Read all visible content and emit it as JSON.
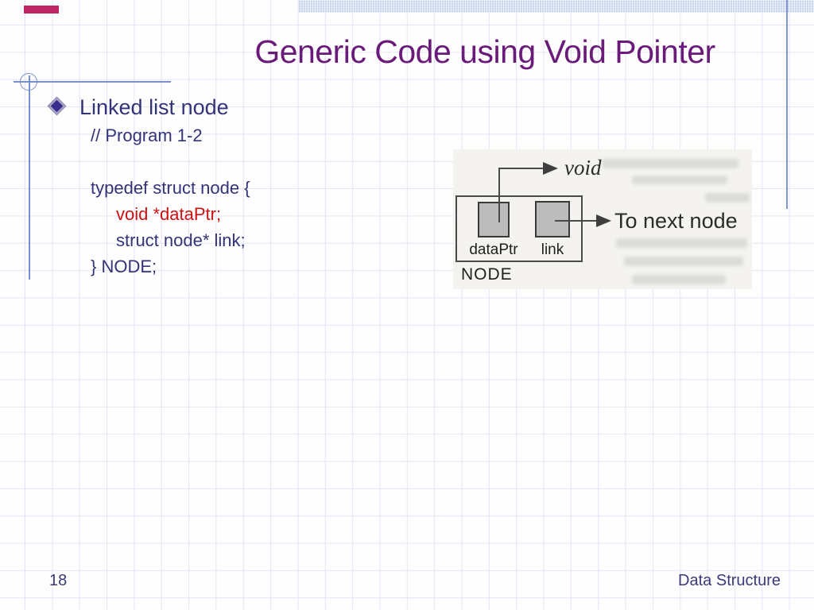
{
  "slide": {
    "title": "Generic Code using Void Pointer",
    "bullet": {
      "label": "Linked list node"
    },
    "code": {
      "lines": [
        {
          "text": "// Program 1-2"
        },
        {
          "text": "typedef struct node {"
        },
        {
          "text": "void *dataPtr;"
        },
        {
          "text": "struct node* link;"
        },
        {
          "text": "} NODE;"
        }
      ]
    },
    "diagram": {
      "void_label": "void",
      "to_next_label": "To next node",
      "dataptr_label": "dataPtr",
      "link_label": "link",
      "node_label": "NODE"
    },
    "footer": {
      "page_number": "18",
      "course": "Data Structure"
    },
    "colors": {
      "title_color": "#6a1a78",
      "body_text": "#333377",
      "code_red": "#cc1111",
      "accent_line": "#7a8fd0",
      "grid": "#e2e5f4",
      "band": "#c9d4ee"
    }
  }
}
